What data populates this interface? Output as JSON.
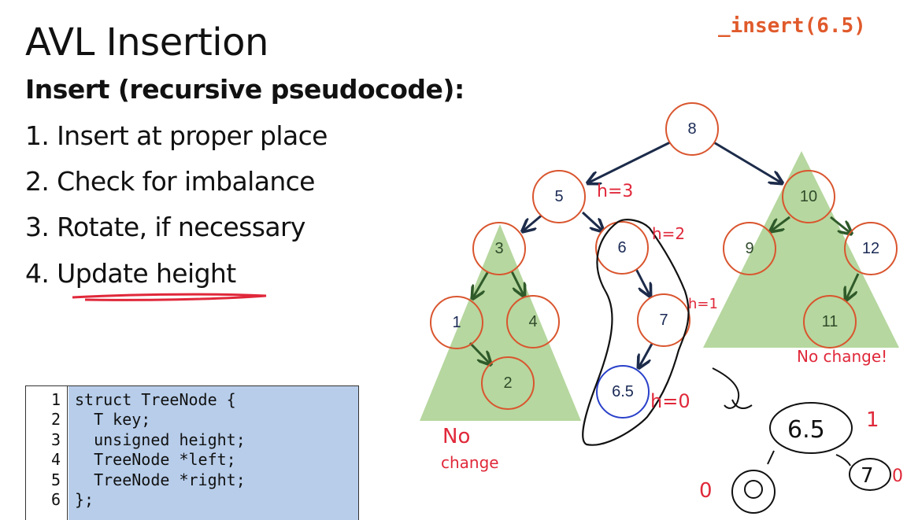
{
  "slide": {
    "title": "AVL Insertion",
    "call": "_insert(6.5)",
    "subheading": "Insert (recursive pseudocode):",
    "steps": [
      "1. Insert at proper place",
      "2. Check for imbalance",
      "3. Rotate, if necessary",
      "4. Update height"
    ]
  },
  "code": {
    "line_numbers": [
      "1",
      "2",
      "3",
      "4",
      "5",
      "6"
    ],
    "lines": [
      "struct TreeNode {",
      "  T key;",
      "  unsigned height;",
      "  TreeNode *left;",
      "  TreeNode *right;",
      "};"
    ]
  },
  "tree": {
    "nodes": [
      "8",
      "5",
      "10",
      "3",
      "6",
      "9",
      "12",
      "1",
      "4",
      "7",
      "11",
      "2",
      "6.5"
    ]
  },
  "annotations": {
    "h5": "h=3",
    "h6": "h=2",
    "h7": "h=1",
    "h65": "h=0",
    "no_change_left_1": "No",
    "no_change_left_2": "change",
    "no_change_right": "No change!",
    "sketch_node_top": "6.5",
    "sketch_h_top": "1",
    "sketch_h_left": "0",
    "sketch_node_right": "7",
    "sketch_h_right": "0"
  },
  "colors": {
    "node_border": "#d9552e",
    "new_node_border": "#2940c9",
    "edge": "#1c2b4a",
    "subtree": "#a9d08e",
    "ink": "#e0283a",
    "code_bg": "#b7cdea"
  }
}
